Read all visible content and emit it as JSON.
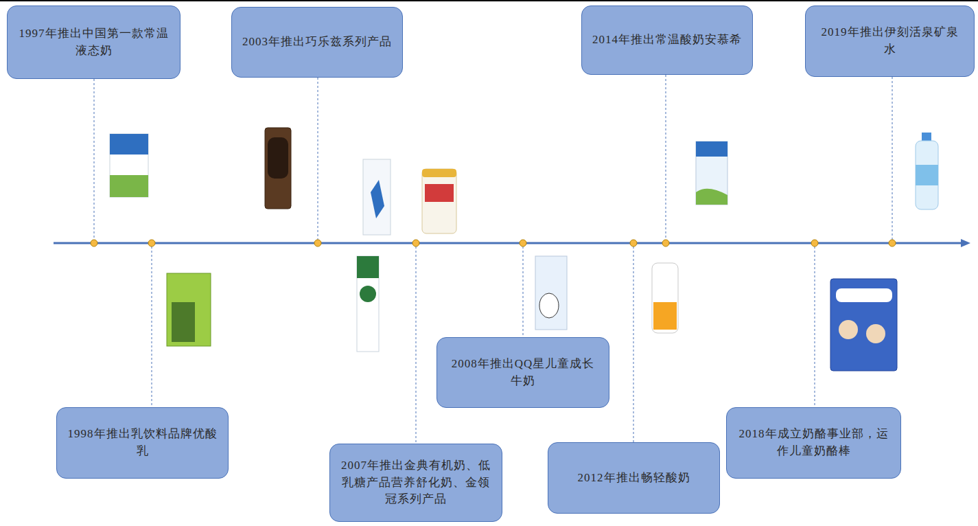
{
  "diagram": {
    "nodes": [
      {
        "text": [
          "1997年推出中国第一款常温液态奶"
        ]
      },
      {
        "text": [
          "1998年推出乳饮料品牌优酸乳"
        ]
      },
      {
        "text": [
          "2003年推出巧乐兹系列产品"
        ]
      },
      {
        "text": [
          "2007年推出金典有机奶、低乳糖产品营养舒化奶、金领冠系列产品"
        ]
      },
      {
        "text": [
          "2008年推出QQ星儿童成长牛奶"
        ]
      },
      {
        "text": [
          "2012年推出畅轻酸奶"
        ]
      },
      {
        "text": [
          "2014年推出常温酸奶安慕希"
        ]
      },
      {
        "text": [
          "2018年成立奶酪事业部，运作儿童奶酪棒"
        ]
      },
      {
        "text": [
          "2019年推出伊刻活泉矿泉水"
        ]
      }
    ]
  }
}
